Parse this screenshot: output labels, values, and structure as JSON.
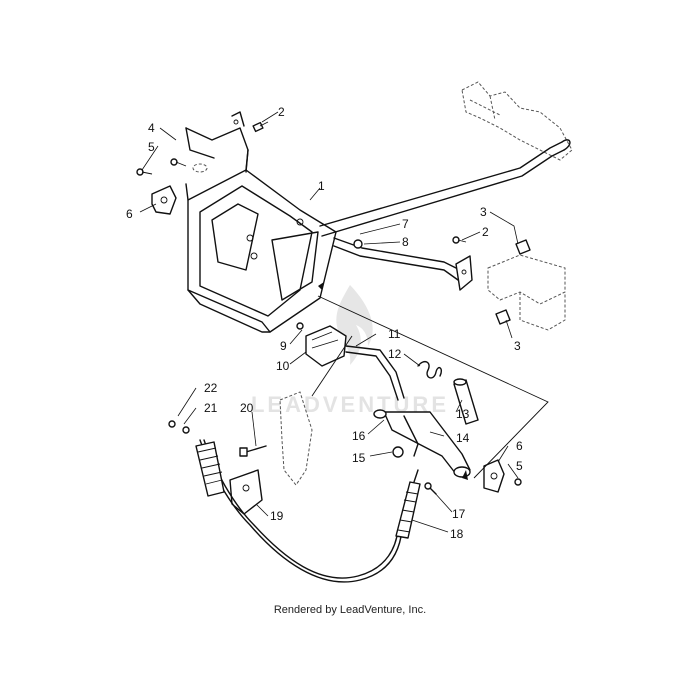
{
  "diagram": {
    "callouts": [
      "1",
      "2",
      "2",
      "3",
      "3",
      "4",
      "5",
      "5",
      "6",
      "6",
      "7",
      "8",
      "9",
      "10",
      "11",
      "12",
      "13",
      "14",
      "15",
      "16",
      "17",
      "18",
      "19",
      "20",
      "21",
      "22"
    ],
    "watermark": "LEADVENTURE"
  },
  "footer": {
    "text": "Rendered by LeadVenture, Inc."
  }
}
